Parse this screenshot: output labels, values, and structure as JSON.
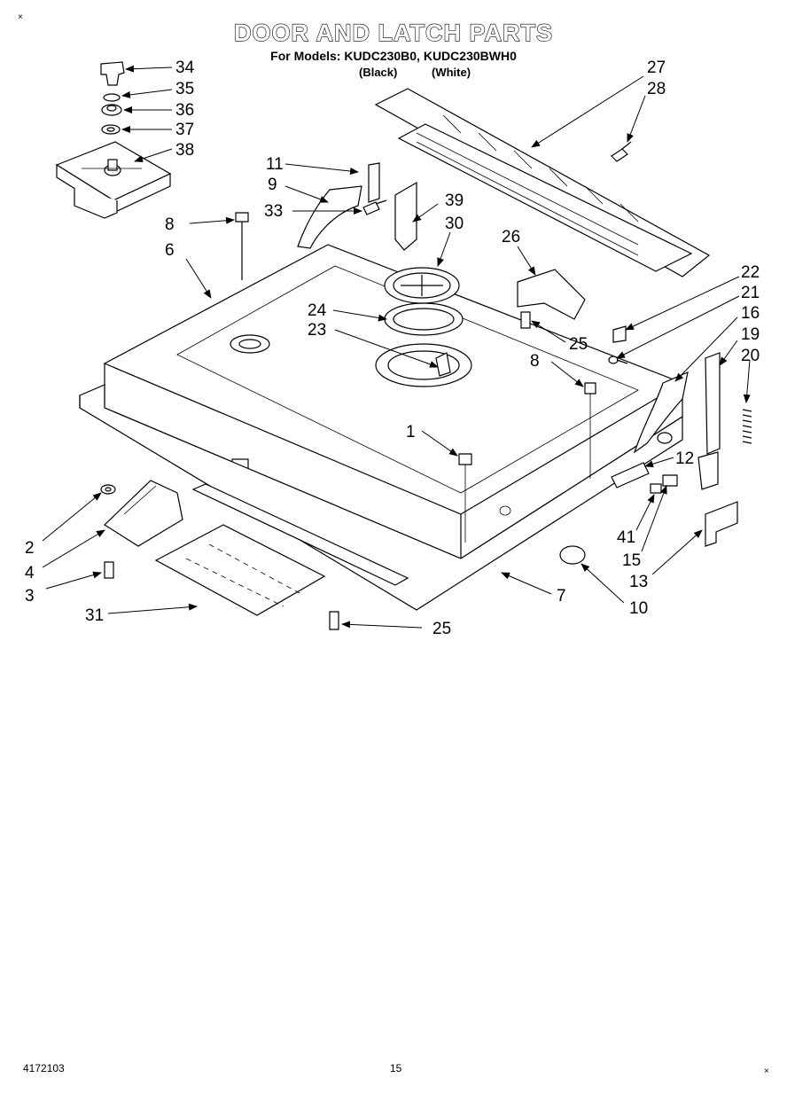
{
  "header": {
    "title": "DOOR AND LATCH PARTS",
    "subtitle": "For Models: KUDC230B0, KUDC230BWH0",
    "color_left": "(Black)",
    "color_right": "(White)"
  },
  "footer": {
    "doc_number": "4172103",
    "page_number": "15"
  },
  "corner_mark": "×",
  "callouts": {
    "c34": "34",
    "c35": "35",
    "c36": "36",
    "c37": "37",
    "c38": "38",
    "c27": "27",
    "c28": "28",
    "c11": "11",
    "c9": "9",
    "c39": "39",
    "c33": "33",
    "c30": "30",
    "c26": "26",
    "c8a": "8",
    "c6": "6",
    "c22": "22",
    "c21": "21",
    "c16": "16",
    "c24": "24",
    "c23": "23",
    "c25a": "25",
    "c19": "19",
    "c20": "20",
    "c8b": "8",
    "c1": "1",
    "c12": "12",
    "c2": "2",
    "c4": "4",
    "c3": "3",
    "c41": "41",
    "c15": "15",
    "c13": "13",
    "c7": "7",
    "c10": "10",
    "c31": "31",
    "c25b": "25"
  },
  "arrow_color": "#000000"
}
